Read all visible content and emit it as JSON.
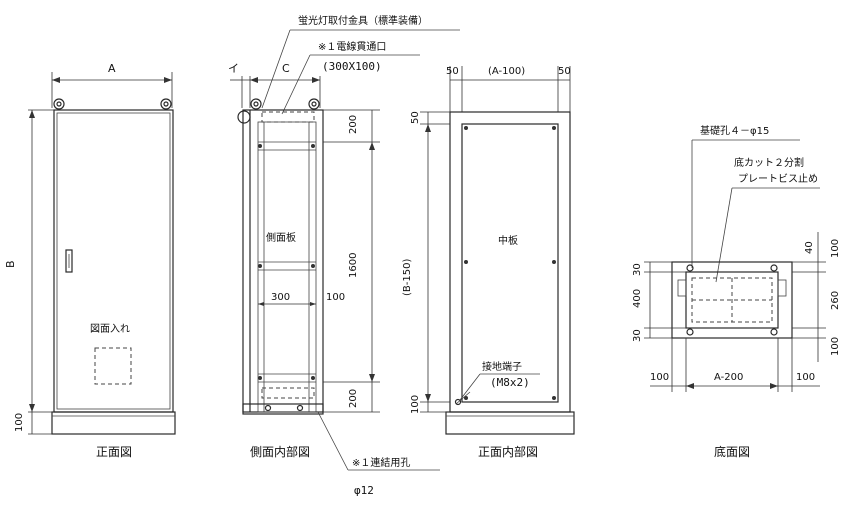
{
  "front_view": {
    "title": "正面図",
    "dim_width": "A",
    "dim_height": "B",
    "dim_base": "100",
    "drawing_label": "図面入れ"
  },
  "side_view": {
    "title": "側面内部図",
    "dim_i": "イ",
    "dim_c": "C",
    "dim_top": "200",
    "dim_mid": "1600",
    "dim_bottom": "200",
    "dim_inner_width": "300",
    "dim_inner_offset": "100",
    "panel_label": "側面板",
    "fluorescent_note": "蛍光灯取付金具（標準装備）",
    "cable_hole_note": "※１電線貫通口",
    "cable_hole_size": "(300X100)",
    "connect_hole_note": "※１連結用孔",
    "connect_hole_size": "φ12"
  },
  "front_inner_view": {
    "title": "正面内部図",
    "dim_left": "50",
    "dim_center": "(A-100)",
    "dim_right": "50",
    "dim_top": "50",
    "dim_height": "(B-150)",
    "dim_bottom": "100",
    "panel_label": "中板",
    "ground_note": "接地端子",
    "ground_size": "(M8x2)"
  },
  "bottom_view": {
    "title": "底面図",
    "foundation_note": "基礎孔４－φ15",
    "cut_note_line1": "底カット２分割",
    "cut_note_line2": "プレートビス止め",
    "dim_left_top": "30",
    "dim_left_mid": "400",
    "dim_left_bottom": "30",
    "dim_right_top": "40",
    "dim_right_top2": "100",
    "dim_right_mid": "260",
    "dim_right_bottom": "100",
    "dim_bottom_left": "100",
    "dim_bottom_center": "A-200",
    "dim_bottom_right": "100"
  }
}
